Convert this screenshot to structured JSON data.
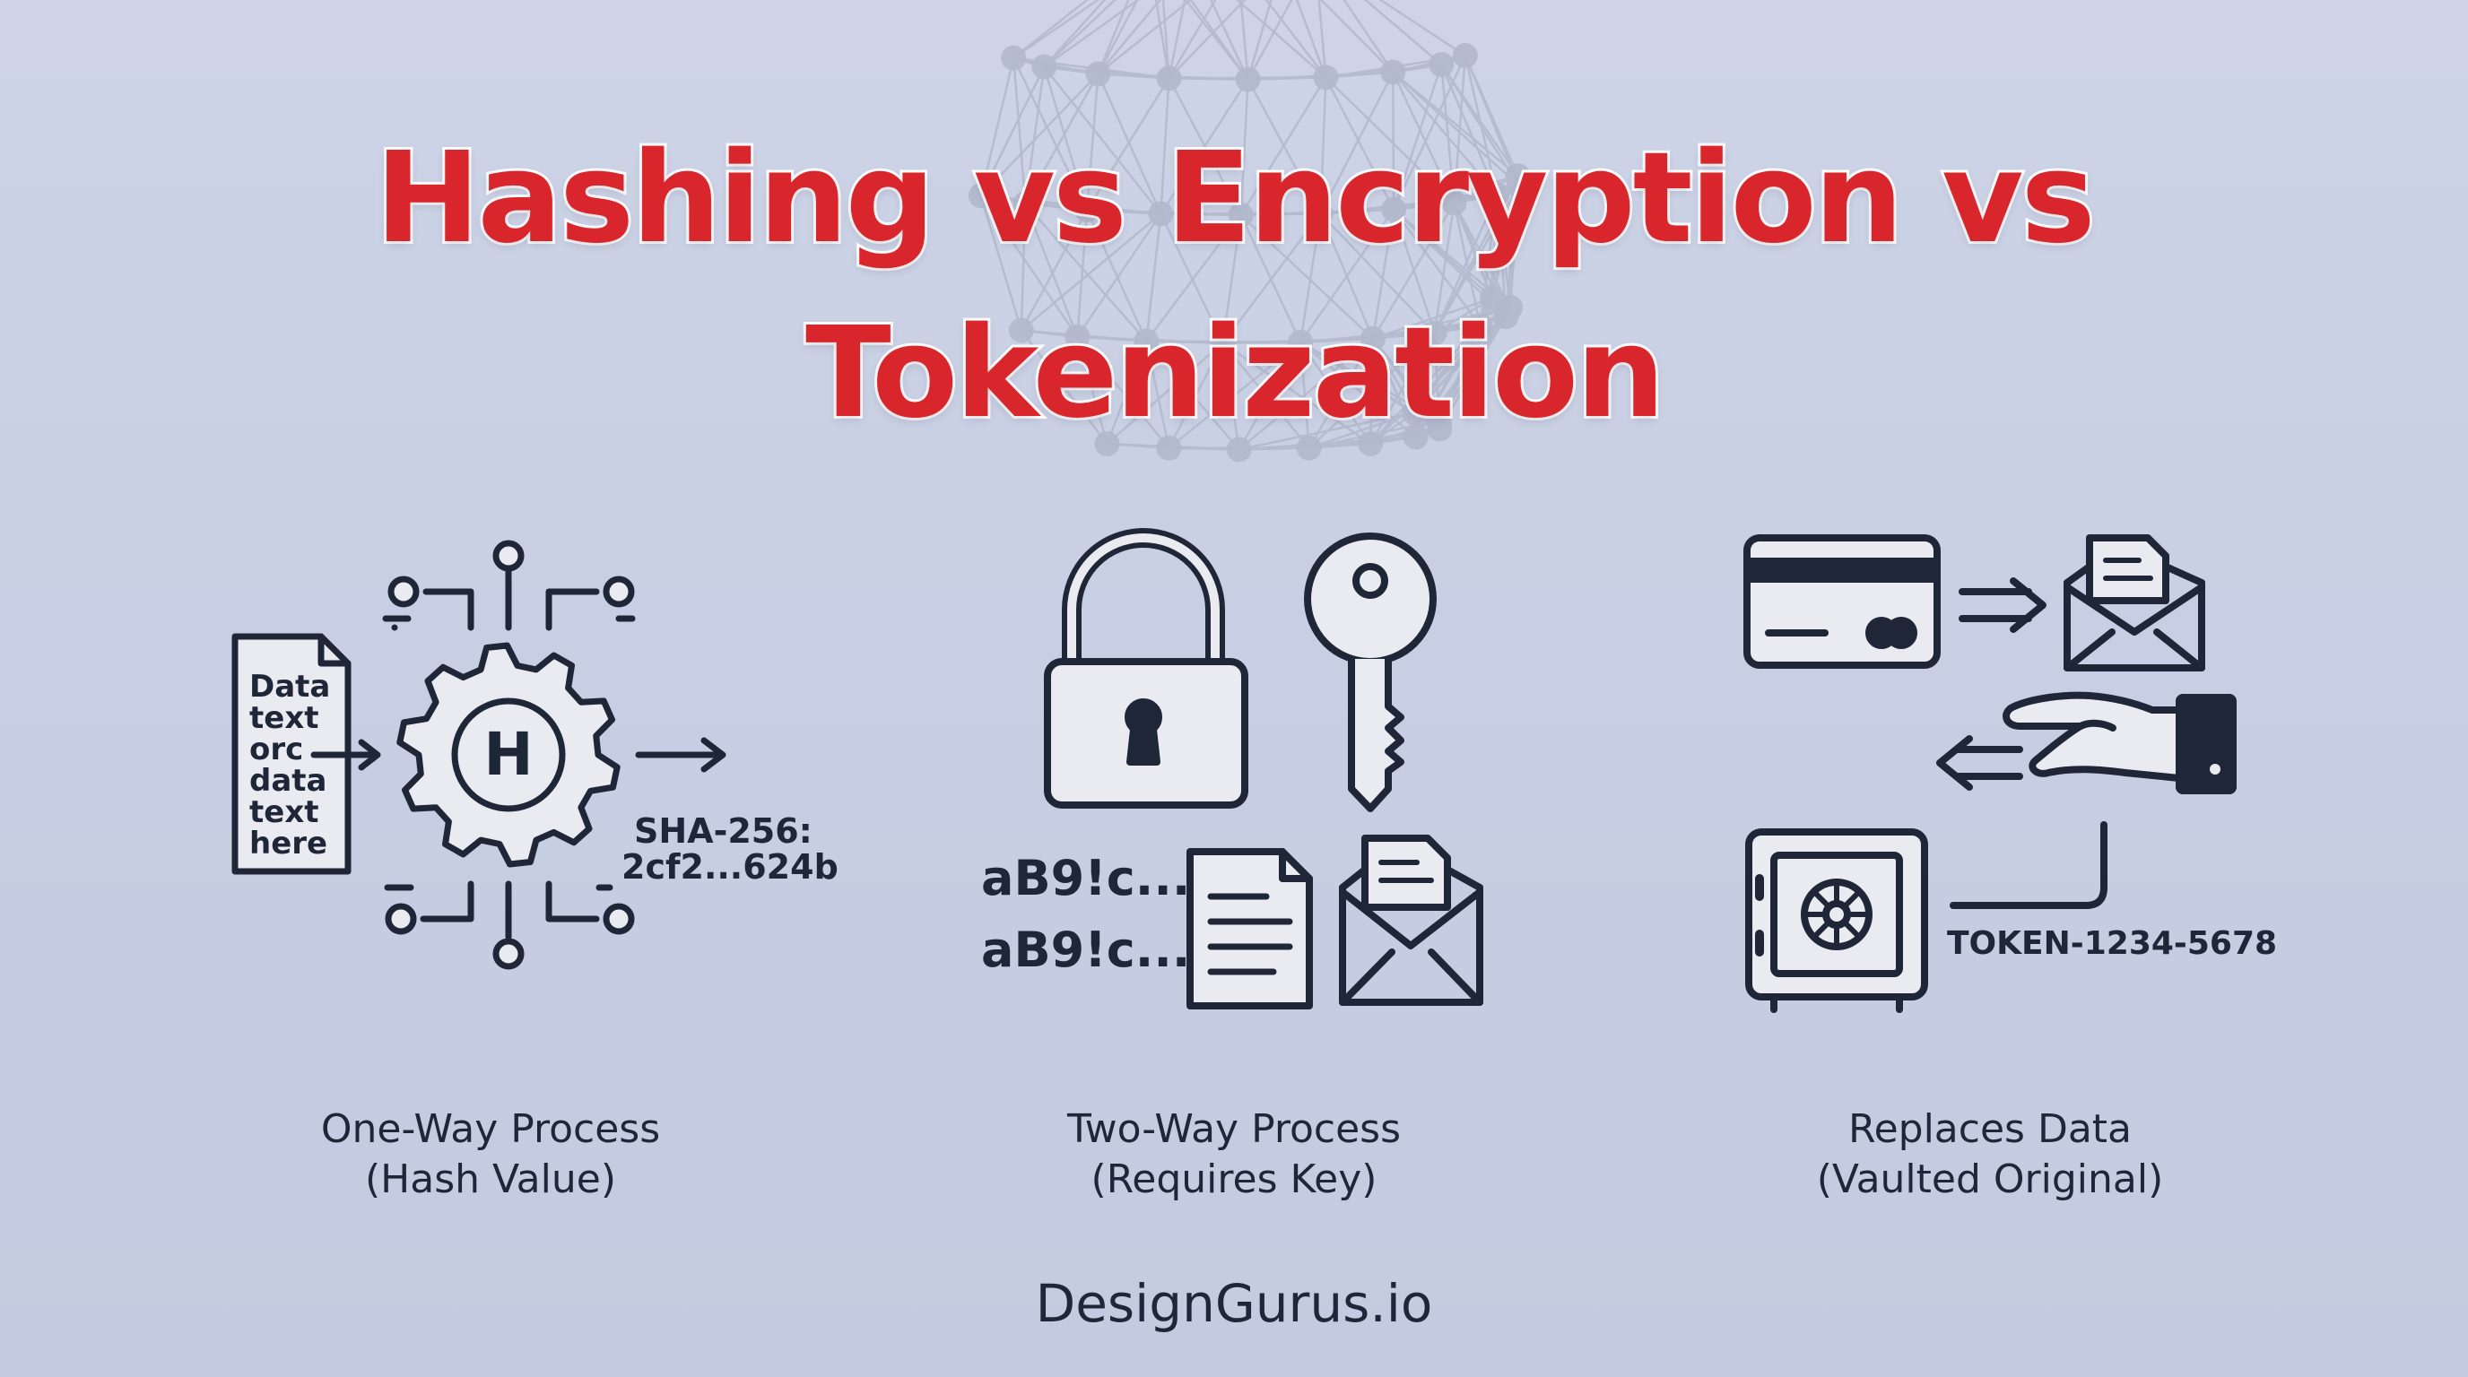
{
  "title": {
    "line1": "Hashing vs Encryption vs",
    "line2": "Tokenization"
  },
  "colors": {
    "title": "#d9262c",
    "ink": "#1f2637",
    "background": "#c9d0e4",
    "icon_fill": "#e8eaef"
  },
  "hashing": {
    "document_lines": [
      "Data",
      "text",
      "orc",
      "data",
      "text",
      "here"
    ],
    "hash_letter": "H",
    "algorithm": "SHA-256:",
    "hash_value": "2cf2...624b",
    "caption_line1": "One-Way Process",
    "caption_line2": "(Hash Value)",
    "icons": [
      "document-icon",
      "gear-icon",
      "circuit-icon",
      "arrow-right-icon"
    ]
  },
  "encryption": {
    "ciphertext_1": "aB9!c...",
    "ciphertext_2": "aB9!c...",
    "caption_line1": "Two-Way Process",
    "caption_line2": "(Requires Key)",
    "icons": [
      "padlock-icon",
      "key-icon",
      "document-icon",
      "envelope-icon"
    ]
  },
  "tokenization": {
    "token": "TOKEN-1234-5678",
    "caption_line1": "Replaces Data",
    "caption_line2": "(Vaulted Original)",
    "icons": [
      "credit-card-icon",
      "envelope-icon",
      "hand-icon",
      "vault-icon",
      "arrow-right-icon",
      "arrow-left-icon"
    ]
  },
  "brand": "DesignGurus.io"
}
